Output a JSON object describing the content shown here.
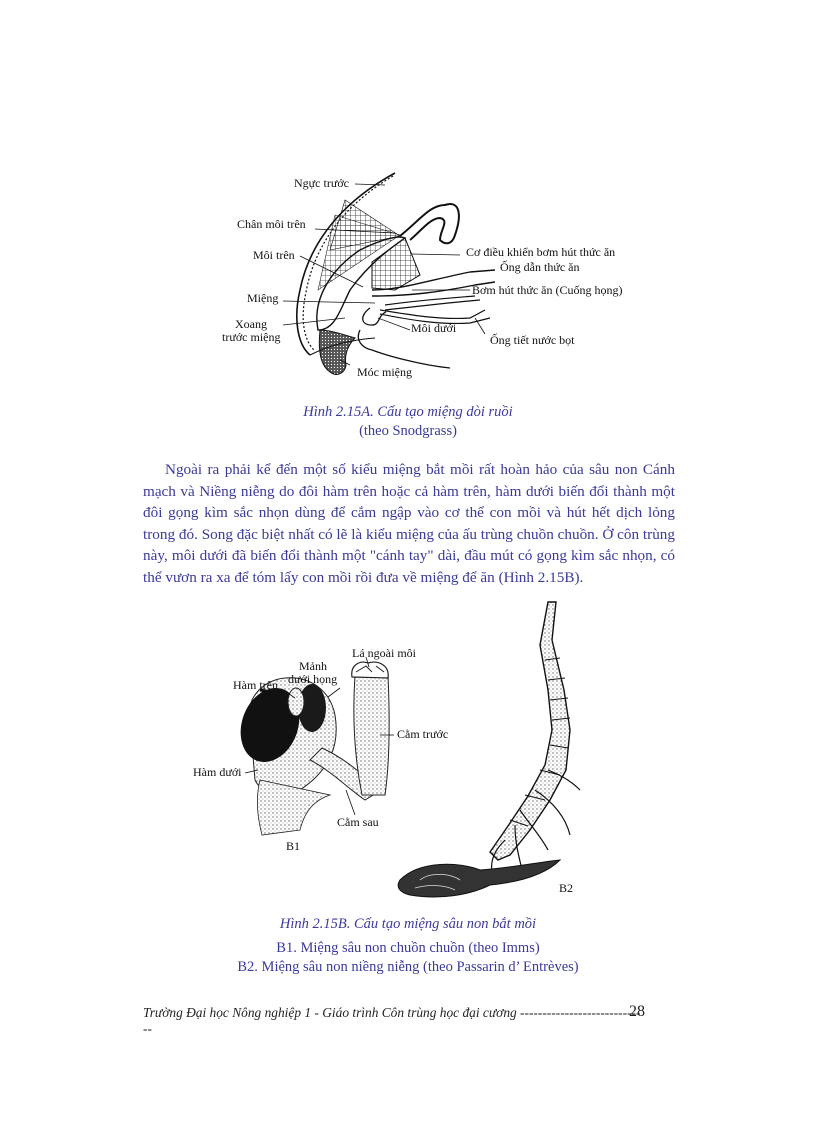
{
  "figure_a": {
    "labels": {
      "nguc_truoc": "Ngực trước",
      "chan_moi_tren": "Chân môi trên",
      "moi_tren": "Môi trên",
      "mieng": "Miệng",
      "xoang_truoc_mieng_1": "Xoang",
      "xoang_truoc_mieng_2": "trước miệng",
      "moc_mieng": "Móc miệng",
      "co_dieu_khien": "Cơ điều khiển bơm hút thức ăn",
      "ong_dan_thuc_an": "Ống dẫn thức ăn",
      "bom_hut": "Bơm hút thức ăn (Cuống họng)",
      "moi_duoi": "Môi dưới",
      "ong_tiet_nuoc_bot": "Ống tiết nước bọt"
    },
    "caption_title": "Hình 2.15A. Cấu tạo miệng dòi ruồi",
    "caption_sub": "(theo Snodgrass)"
  },
  "body_text": {
    "paragraph": "Ngoài ra phải kể đến một số kiểu miệng bắt mồi rất hoàn hảo của sâu non Cánh mạch và Niềng niễng do đôi hàm trên hoặc cả hàm trên, hàm dưới biến đổi thành một đôi gọng kìm sắc nhọn dùng để cắm ngập vào cơ thể con mồi và hút hết dịch lỏng trong đó. Song đặc biệt nhất có lẽ là kiểu miệng của ấu trùng chuồn chuồn. Ở côn trùng này, môi dưới đã biến đổi thành một \"cánh tay\" dài, đầu mút có gọng kìm sắc nhọn, có thể vươn ra xa để tóm lấy con mồi rồi đưa về miệng để ăn (Hình 2.15B)."
  },
  "figure_b": {
    "labels": {
      "la_ngoai_moi": "Lá ngoài môi",
      "manh_1": "Mảnh",
      "manh_2": "dưới họng",
      "ham_tren": "Hàm trên",
      "cam_truoc": "Cằm trước",
      "ham_duoi": "Hàm dưới",
      "cam_sau": "Cằm sau",
      "b1": "B1",
      "b2": "B2"
    },
    "caption_title": "Hình 2.15B. Cấu tạo miệng sâu non bắt mồi",
    "caption_line1": "B1. Miệng sâu non chuồn chuồn (theo Imms)",
    "caption_line2": "B2. Miệng sâu non niềng niễng (theo Passarin d’ Entrèves)"
  },
  "footer": {
    "source": "Trường Đại học Nông nghiệp 1 - Giáo trình Côn trùng học đại cương -----------------------------",
    "page_number": "28"
  },
  "colors": {
    "body_text": "#3a3a9a",
    "caption": "#3a3a9a",
    "label": "#111111"
  }
}
